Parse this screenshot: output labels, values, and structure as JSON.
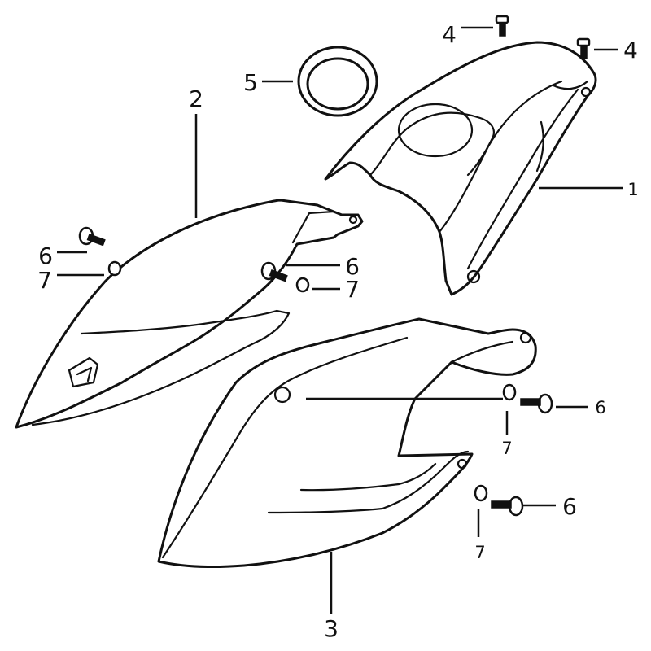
{
  "callouts": {
    "c1": "1",
    "c2": "2",
    "c3": "3",
    "c4a": "4",
    "c4b": "4",
    "c5": "5",
    "c6a": "6",
    "c6b": "6",
    "c6c": "6",
    "c6d": "6",
    "c7a": "7",
    "c7b": "7",
    "c7c": "7",
    "c7d": "7"
  },
  "colors": {
    "line": "#111111",
    "background": "#ffffff"
  }
}
